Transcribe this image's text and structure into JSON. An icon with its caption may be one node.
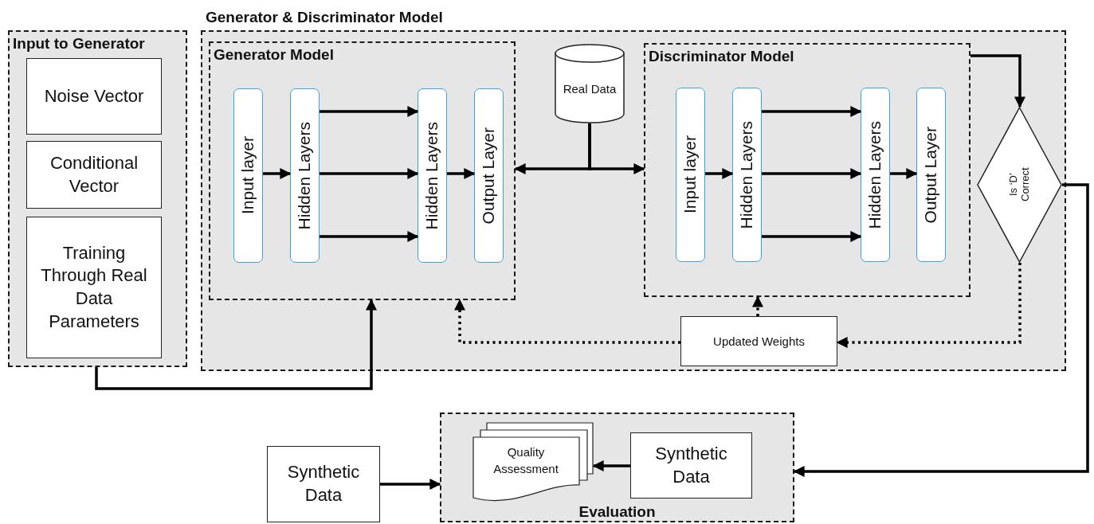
{
  "diagram": {
    "nodes": [
      {
        "text": [
          "Input to Generator"
        ]
      },
      {
        "text": [
          "Noise Vector"
        ],
        "in": 0
      },
      {
        "text": [
          "Conditional Vector"
        ],
        "in": 0
      },
      {
        "text": [
          "Training Through Real Data Parameters"
        ],
        "in": 0
      },
      {
        "text": [
          "Generator & Discriminator Model"
        ]
      },
      {
        "text": [
          "Generator Model"
        ],
        "in": 4
      },
      {
        "text": [
          "Input layer"
        ],
        "in": 5
      },
      {
        "text": [
          "Hidden Layers"
        ],
        "in": 5
      },
      {
        "text": [
          "Hidden Layers"
        ],
        "in": 5
      },
      {
        "text": [
          "Output Layer"
        ],
        "in": 5
      },
      {
        "text": [
          "Real Data"
        ],
        "in": 4
      },
      {
        "text": [
          "Discriminator Model"
        ],
        "in": 4
      },
      {
        "text": [
          "Input layer"
        ],
        "in": 11
      },
      {
        "text": [
          "Hidden Layers"
        ],
        "in": 11
      },
      {
        "text": [
          "Hidden Layers"
        ],
        "in": 11
      },
      {
        "text": [
          "Output Layer"
        ],
        "in": 11
      },
      {
        "text": [
          "Is ‘D’ Correct"
        ],
        "in": 4
      },
      {
        "text": [
          "Updated Weights"
        ],
        "in": 4
      },
      {
        "text": [
          "Synthetic Data"
        ]
      },
      {
        "text": [
          "Evaluation"
        ]
      },
      {
        "text": [
          "Quality Assessment"
        ],
        "in": 19
      },
      {
        "text": [
          "Synthetic Data"
        ],
        "in": 19
      }
    ],
    "edges": [
      {
        "from": 0,
        "to": 5,
        "arrow": "to"
      },
      {
        "from": 6,
        "to": 7,
        "arrow": "to"
      },
      {
        "from": 7,
        "to": 8,
        "arrow": "to"
      },
      {
        "from": 7,
        "to": 8,
        "arrow": "to"
      },
      {
        "from": 7,
        "to": 8,
        "arrow": "to"
      },
      {
        "from": 8,
        "to": 9,
        "arrow": "to"
      },
      {
        "from": 10,
        "to": 5,
        "arrow": "to"
      },
      {
        "from": 10,
        "to": 11,
        "arrow": "to"
      },
      {
        "from": 12,
        "to": 13,
        "arrow": "to"
      },
      {
        "from": 13,
        "to": 14,
        "arrow": "to"
      },
      {
        "from": 13,
        "to": 14,
        "arrow": "to"
      },
      {
        "from": 13,
        "to": 14,
        "arrow": "to"
      },
      {
        "from": 14,
        "to": 15,
        "arrow": "to"
      },
      {
        "from": 11,
        "to": 16,
        "arrow": "to"
      },
      {
        "from": 16,
        "to": 17,
        "arrow": "to",
        "style": "dashed"
      },
      {
        "from": 17,
        "to": 11,
        "arrow": "to",
        "style": "dashed"
      },
      {
        "from": 17,
        "to": 5,
        "arrow": "to",
        "style": "dashed"
      },
      {
        "from": 16,
        "to": 19,
        "arrow": "to"
      },
      {
        "from": 18,
        "to": 19,
        "arrow": "to"
      },
      {
        "from": 21,
        "to": 20,
        "arrow": "to"
      }
    ]
  }
}
